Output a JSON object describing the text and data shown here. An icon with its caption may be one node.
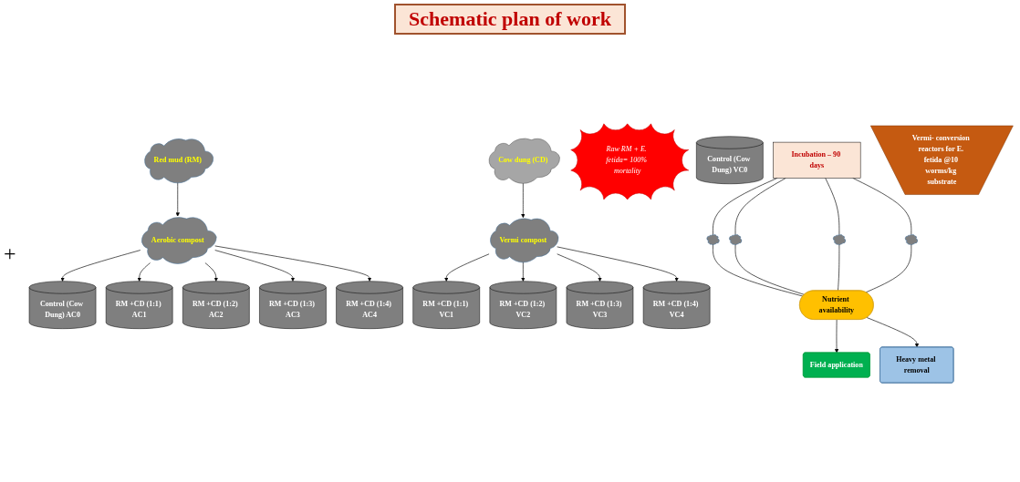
{
  "diagram": {
    "title": "Schematic plan of work",
    "nodes": [
      {
        "text": [
          "Aerobic compost"
        ]
      },
      {
        "text": [
          "Red mud (RM)"
        ]
      },
      {
        "text": [
          "Cow dung (CD)"
        ]
      },
      {
        "text": [
          "Vermi compost"
        ]
      },
      {
        "text": [
          "Raw RM + E. fetida= 100% mortality"
        ]
      },
      {
        "text": [
          "Control (Cow Dung) AC0"
        ]
      },
      {
        "text": [
          "RM +CD (1:1) AC1"
        ]
      },
      {
        "text": [
          "RM +CD (1:2) AC2"
        ]
      },
      {
        "text": [
          "RM +CD (1:3) AC3"
        ]
      },
      {
        "text": [
          "RM +CD (1:4) AC4"
        ]
      },
      {
        "text": [
          "RM +CD (1:1) VC1"
        ]
      },
      {
        "text": [
          "RM +CD (1:2) VC2"
        ]
      },
      {
        "text": [
          "RM +CD (1:3) VC3"
        ]
      },
      {
        "text": [
          "RM +CD (1:4) VC4"
        ]
      },
      {
        "text": [
          "Control (Cow Dung) VC0"
        ]
      },
      {
        "text": [
          "Incubation – 90 days"
        ]
      },
      {
        "text": [],
        "shape": "cloud"
      },
      {
        "text": [],
        "shape": "cloud"
      },
      {
        "text": [],
        "shape": "cloud"
      },
      {
        "text": [],
        "shape": "cloud"
      },
      {
        "text": [
          "Nutrient availability"
        ]
      },
      {
        "text": [
          "Field application"
        ]
      },
      {
        "text": [
          "Heavy metal removal"
        ]
      },
      {
        "text": [
          "Vermi- conversion reactors for E. fetida @10 worms/kg substrate"
        ]
      }
    ],
    "edges": [
      {
        "from": 1,
        "to": 0,
        "arrow": "to"
      },
      {
        "from": 2,
        "to": 3,
        "arrow": "to"
      },
      {
        "from": 0,
        "to": 5,
        "arrow": "to"
      },
      {
        "from": 0,
        "to": 6,
        "arrow": "to"
      },
      {
        "from": 0,
        "to": 7,
        "arrow": "to"
      },
      {
        "from": 0,
        "to": 8,
        "arrow": "to"
      },
      {
        "from": 0,
        "to": 9,
        "arrow": "to"
      },
      {
        "from": 3,
        "to": 10,
        "arrow": "to"
      },
      {
        "from": 3,
        "to": 11,
        "arrow": "to"
      },
      {
        "from": 3,
        "to": 12,
        "arrow": "to"
      },
      {
        "from": 3,
        "to": 13,
        "arrow": "to"
      },
      {
        "from": 15,
        "to": 16,
        "arrow": "none"
      },
      {
        "from": 15,
        "to": 17,
        "arrow": "none"
      },
      {
        "from": 15,
        "to": 18,
        "arrow": "none"
      },
      {
        "from": 15,
        "to": 19,
        "arrow": "none"
      },
      {
        "from": 16,
        "to": 20,
        "arrow": "none"
      },
      {
        "from": 17,
        "to": 20,
        "arrow": "none"
      },
      {
        "from": 18,
        "to": 20,
        "arrow": "none"
      },
      {
        "from": 19,
        "to": 20,
        "arrow": "none"
      },
      {
        "from": 20,
        "to": 21,
        "arrow": "to"
      },
      {
        "from": 20,
        "to": 22,
        "arrow": "to"
      }
    ],
    "labels": [
      "+"
    ]
  }
}
